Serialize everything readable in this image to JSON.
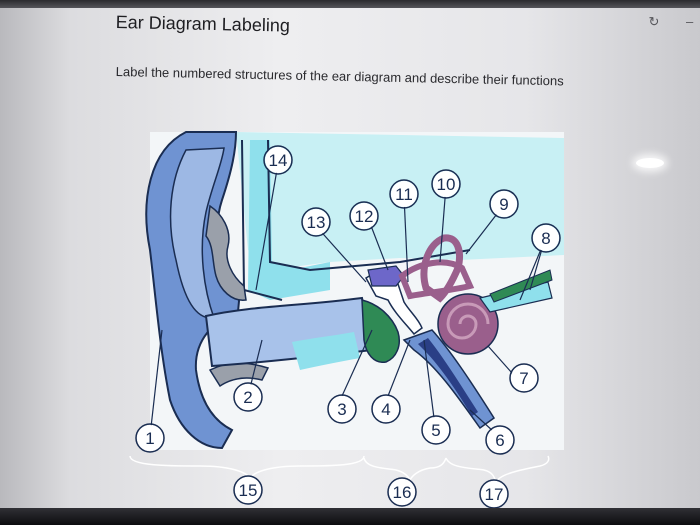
{
  "header": {
    "title": "Ear Diagram Labeling",
    "instructions": "Label the numbered structures of the ear diagram and describe their functions"
  },
  "window_controls": {
    "refresh_icon": "refresh-icon",
    "minimize_icon": "minimize-icon"
  },
  "diagram": {
    "labels": [
      "1",
      "2",
      "3",
      "4",
      "5",
      "6",
      "7",
      "8",
      "9",
      "10",
      "11",
      "12",
      "13",
      "14",
      "15",
      "16",
      "17"
    ],
    "colors": {
      "outline": "#1a2d52",
      "ear_blue": "#6f93d2",
      "fluid_cyan": "#8fe0ec",
      "bone_gray": "#9aa0aa",
      "eardrum_green": "#2f8a55",
      "cochlea_purple": "#9a5f8c"
    }
  }
}
